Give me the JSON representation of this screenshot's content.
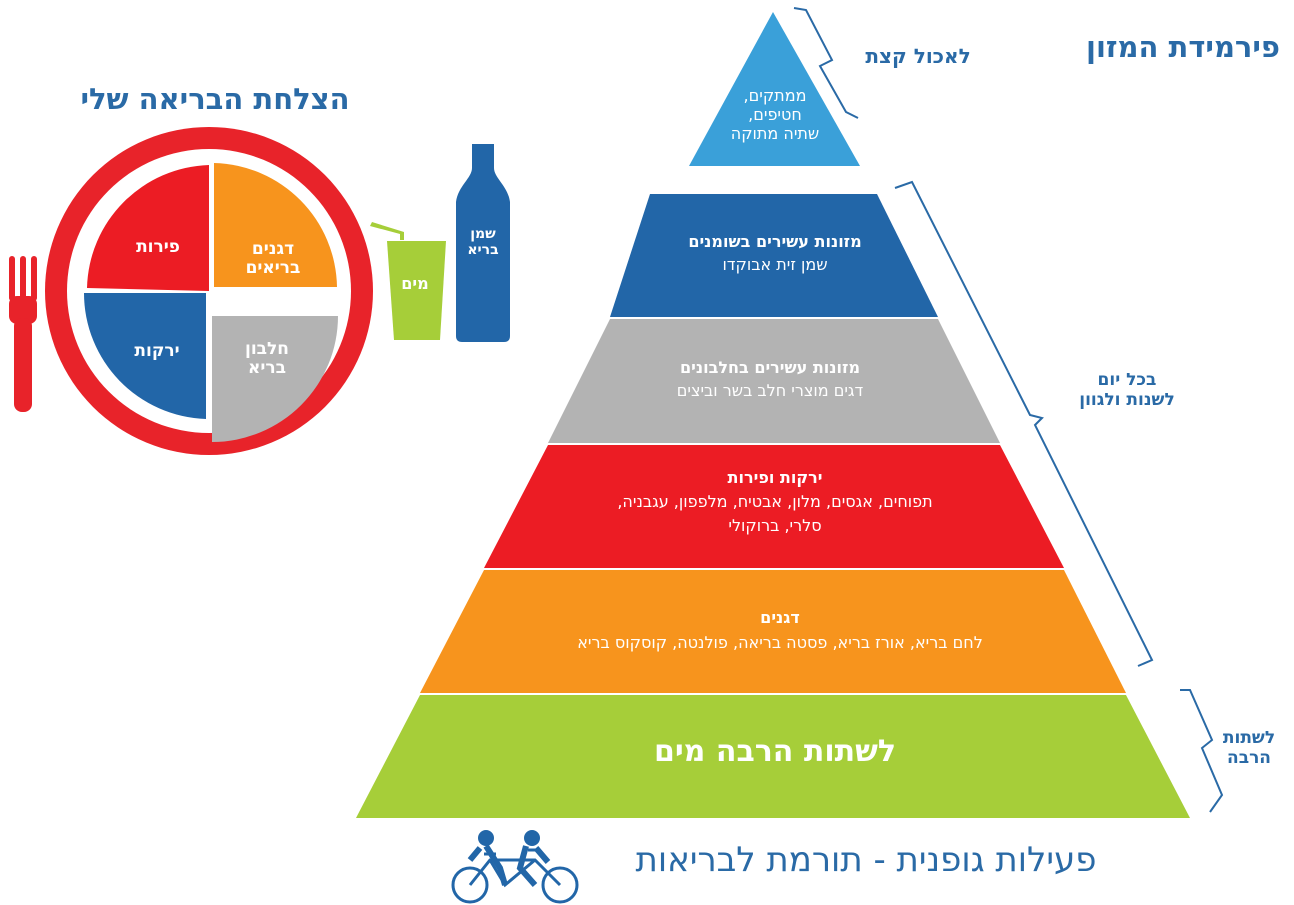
{
  "pyramid": {
    "title": "פירמידת המזון",
    "top": {
      "lines": [
        "ממתקים,",
        "חטיפים,",
        "שתיה מתוקה"
      ]
    },
    "layers": [
      {
        "title": "מזונות עשירים בשומנים",
        "desc": "שמן זית אבוקדו",
        "color": "#2266a8"
      },
      {
        "title": "מזונות עשירים בחלבונים",
        "desc": "דגים מוצרי חלב בשר וביצים",
        "color": "#b3b3b3"
      },
      {
        "title": "ירקות ופירות",
        "desc_lines": [
          "תפוחים, אגסים, מלון, אבטיח, מלפפון, עגבניה,",
          "סלרי, ברוקולי"
        ],
        "color": "#ec1c24"
      },
      {
        "title": "דגנים",
        "desc": "לחם בריא, אורז בריא, פסטה בריאה, פולנטה, קוסקוס בריא",
        "color": "#f7941d"
      },
      {
        "title": "לשתות הרבה מים",
        "color": "#a6ce39"
      }
    ],
    "top_color": "#3aa0d9",
    "side_labels": {
      "eat_little": "לאכול קצת",
      "every_day": [
        "בכל יום",
        "לשנות ולגוון"
      ],
      "drink_lots": [
        "לשתות",
        "הרבה"
      ]
    }
  },
  "plate": {
    "title": "הצלחת הבריאה שלי",
    "sections": {
      "fruits": "פירות",
      "grains": [
        "דגנים",
        "בריאים"
      ],
      "vegetables": "ירקות",
      "protein": [
        "חלבון",
        "בריא"
      ]
    },
    "cup_label": "מים",
    "bottle_label": [
      "שמן",
      "בריא"
    ],
    "colors": {
      "rim": "#e8232a",
      "fruits": "#ec1c24",
      "grains": "#f7941d",
      "vegetables": "#2266a8",
      "protein": "#b3b3b3",
      "cup": "#a6ce39",
      "bottle": "#2266a8"
    }
  },
  "footer": {
    "text": "פעילות גופנית - תורמת לבריאות",
    "icon": "tandem-bicycle-icon"
  }
}
